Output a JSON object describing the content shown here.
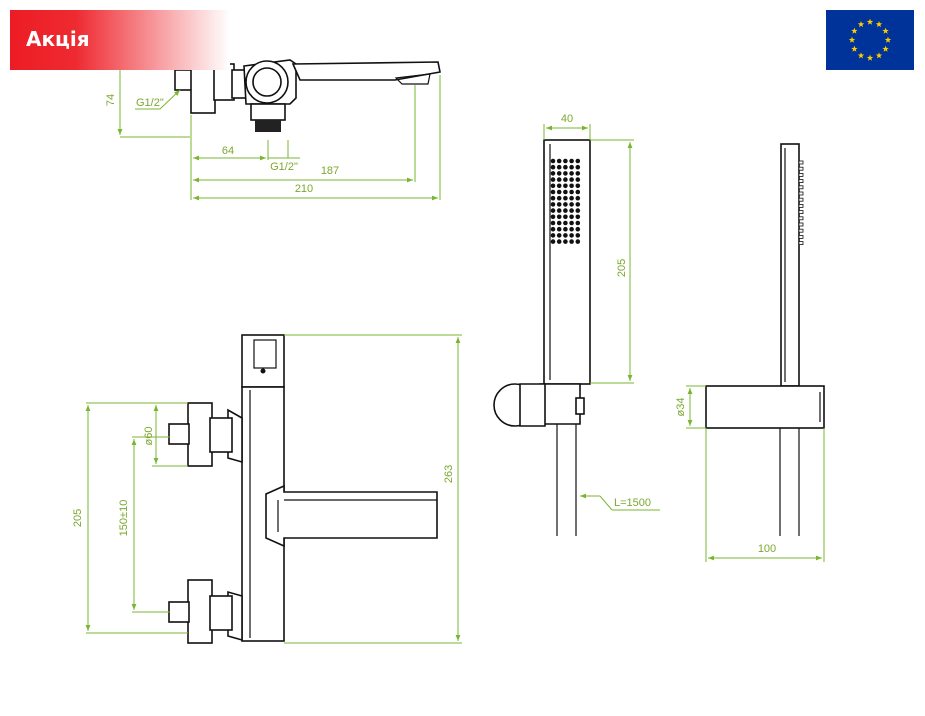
{
  "badge": {
    "label": "Акція",
    "color": "#ed1c24"
  },
  "flag": {
    "background": "#003399",
    "star_color": "#ffcc00",
    "icon": "eu-flag-icon"
  },
  "dimensions": {
    "top_height": "74",
    "top_thread_left": "G1/2\"",
    "top_offset": "64",
    "top_thread_bottom": "G1/2\"",
    "top_spout": "187",
    "top_total": "210",
    "front_height_total": "263",
    "front_height_connections": "205",
    "front_spacing": "150±10",
    "front_diameter": "ø60",
    "handshower_width": "40",
    "handshower_length": "205",
    "hose_length": "L=1500",
    "holder_diameter": "ø34",
    "holder_width": "100"
  },
  "colors": {
    "dimension_line": "#7ab531",
    "outline": "#111111"
  }
}
